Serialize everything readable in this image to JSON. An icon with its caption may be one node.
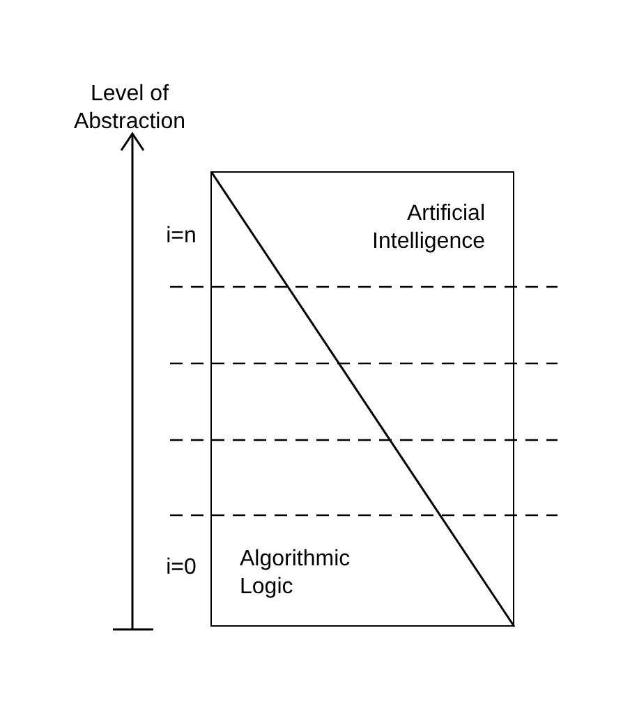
{
  "diagram": {
    "nodes": [
      {
        "text": [
          "Artificial Intelligence",
          "Algorithmic Logic"
        ]
      }
    ],
    "labels": [
      "Level of Abstraction",
      "i=n",
      "i=0"
    ]
  }
}
